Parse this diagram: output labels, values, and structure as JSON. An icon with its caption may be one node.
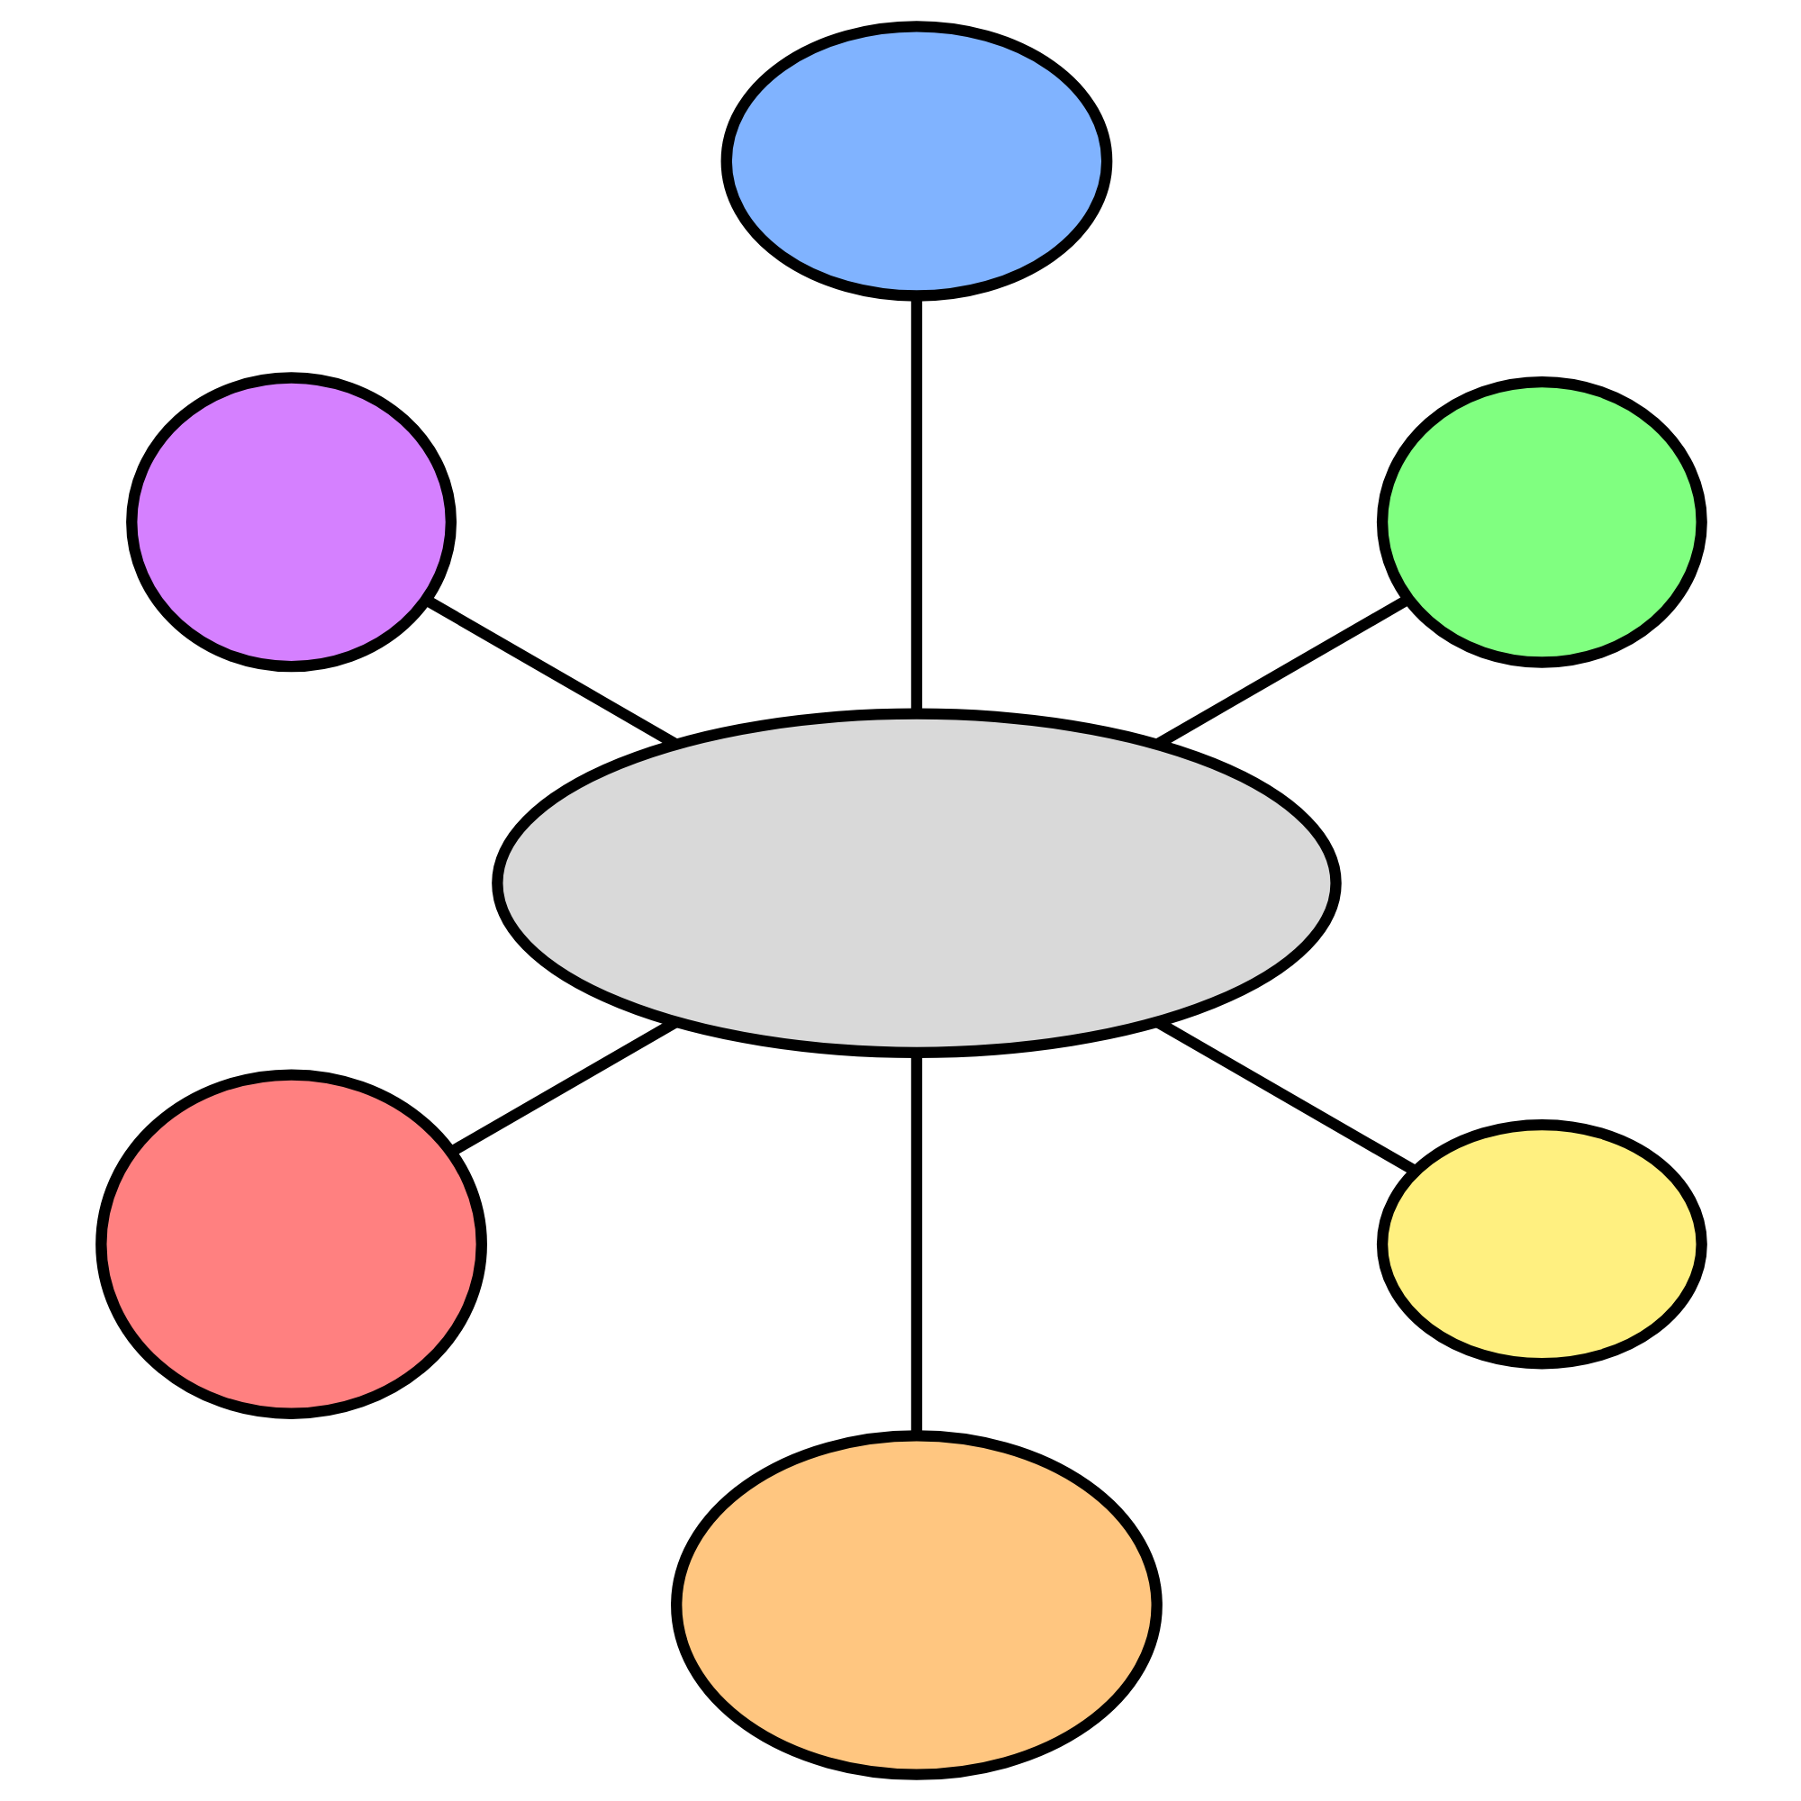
{
  "diagram": {
    "nodes": [
      {
        "text": [],
        "shape": "ellipse"
      },
      {
        "text": [],
        "shape": "ellipse"
      },
      {
        "text": [],
        "shape": "ellipse"
      },
      {
        "text": [],
        "shape": "ellipse"
      },
      {
        "text": [],
        "shape": "ellipse"
      },
      {
        "text": [],
        "shape": "ellipse"
      },
      {
        "text": [],
        "shape": "ellipse"
      }
    ],
    "edges": [
      {
        "from": 3,
        "to": 0,
        "arrow": "none"
      },
      {
        "from": 3,
        "to": 1,
        "arrow": "none"
      },
      {
        "from": 3,
        "to": 2,
        "arrow": "none"
      },
      {
        "from": 3,
        "to": 6,
        "arrow": "none"
      },
      {
        "from": 3,
        "to": 5,
        "arrow": "none"
      },
      {
        "from": 3,
        "to": 4,
        "arrow": "none"
      }
    ]
  }
}
